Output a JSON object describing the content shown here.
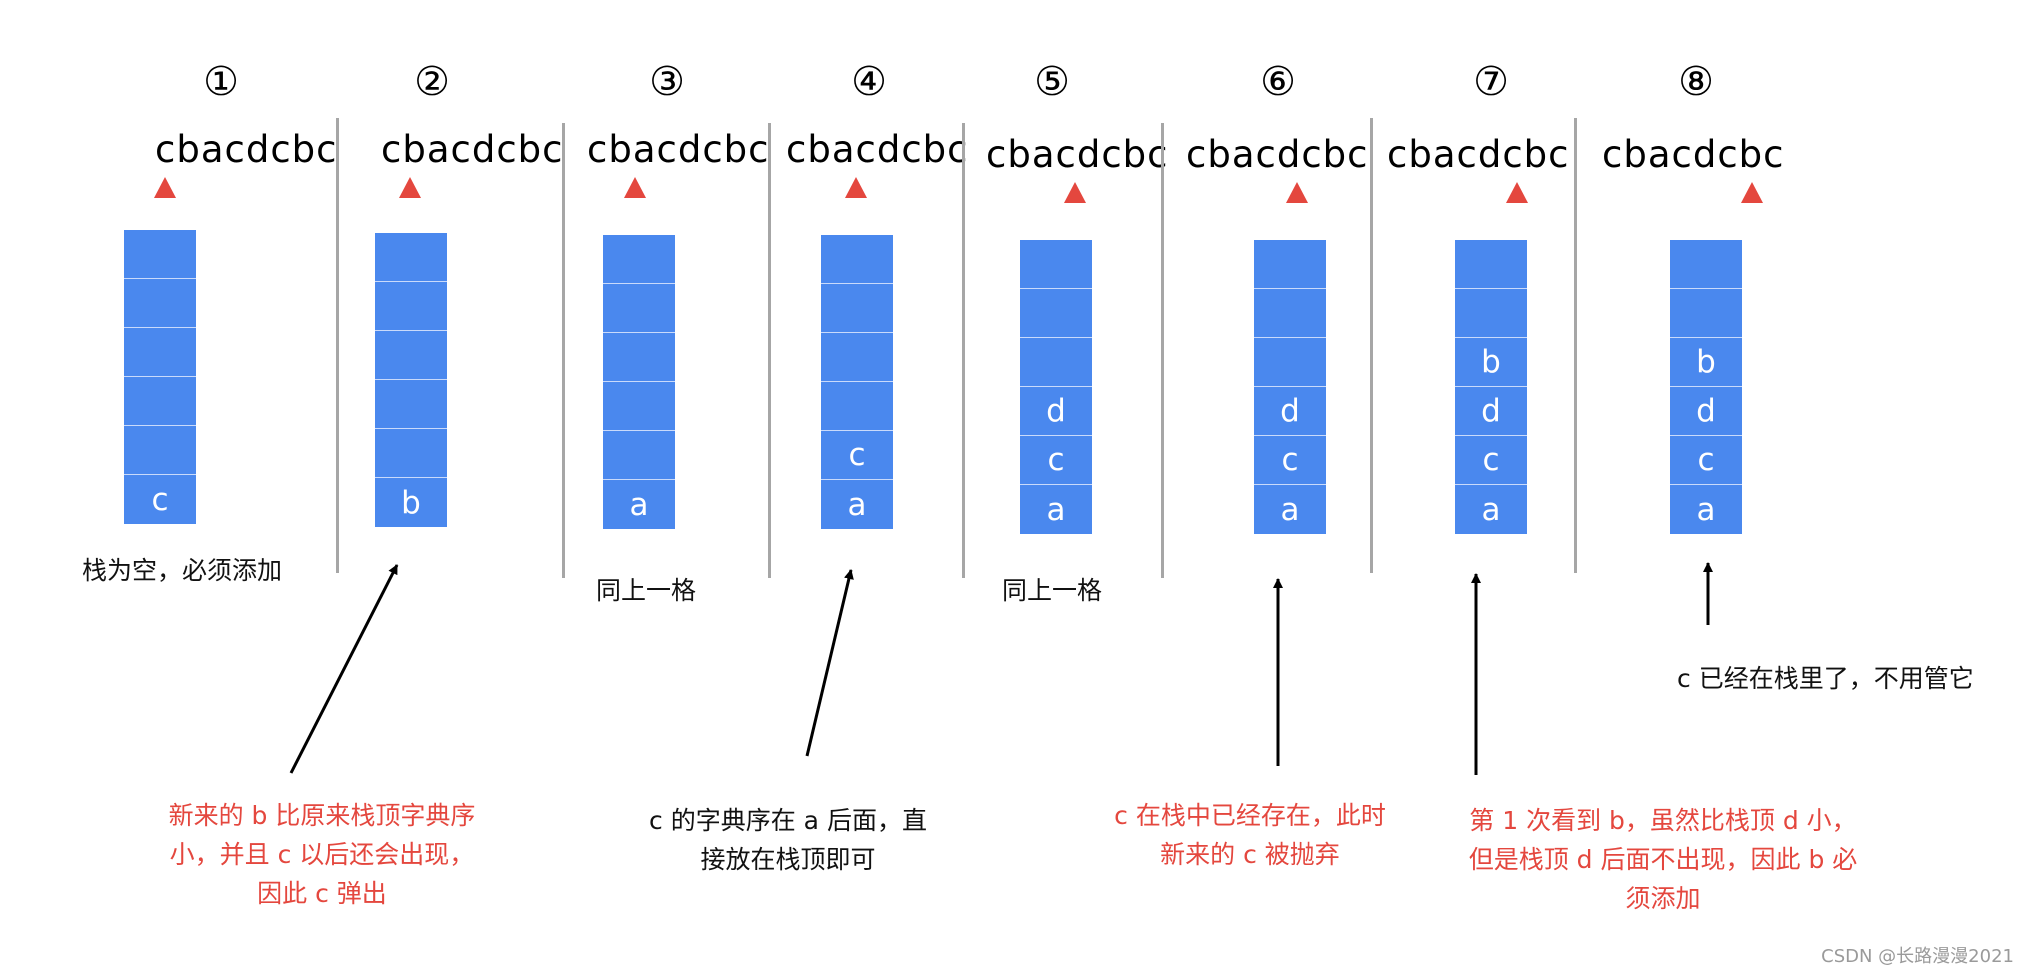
{
  "steps": [
    {
      "num": "①",
      "string": "cbacdcbc",
      "stack": [
        "",
        "",
        "",
        "",
        "",
        "c"
      ],
      "label": "栈为空，必须添加"
    },
    {
      "num": "②",
      "string": "cbacdcbc",
      "stack": [
        "",
        "",
        "",
        "",
        "",
        "b"
      ]
    },
    {
      "num": "③",
      "string": "cbacdcbc",
      "stack": [
        "",
        "",
        "",
        "",
        "",
        "a"
      ],
      "label": "同上一格"
    },
    {
      "num": "④",
      "string": "cbacdcbc",
      "stack": [
        "",
        "",
        "",
        "",
        "c",
        "a"
      ]
    },
    {
      "num": "⑤",
      "string": "cbacdcbc",
      "stack": [
        "",
        "",
        "",
        "d",
        "c",
        "a"
      ],
      "label": "同上一格"
    },
    {
      "num": "⑥",
      "string": "cbacdcbc",
      "stack": [
        "",
        "",
        "",
        "d",
        "c",
        "a"
      ]
    },
    {
      "num": "⑦",
      "string": "cbacdcbc",
      "stack": [
        "",
        "",
        "b",
        "d",
        "c",
        "a"
      ]
    },
    {
      "num": "⑧",
      "string": "cbacdcbc",
      "stack": [
        "",
        "",
        "b",
        "d",
        "c",
        "a"
      ],
      "label": "c 已经在栈里了，不用管它"
    }
  ],
  "notes": {
    "step2": [
      "新来的 b 比原来栈顶字典序",
      "小，并且 c 以后还会出现，",
      "因此 c 弹出"
    ],
    "step4": [
      "c 的字典序在 a 后面，直",
      "接放在栈顶即可"
    ],
    "step6": [
      "c 在栈中已经存在，此时",
      "新来的 c 被抛弃"
    ],
    "step7": [
      "第 1 次看到 b，虽然比栈顶 d 小，",
      "但是栈顶 d 后面不出现，因此 b 必",
      "须添加"
    ]
  },
  "watermark": "CSDN @长路漫漫2021",
  "colors": {
    "stack": "#4a88ee",
    "pointer": "#e4473e",
    "note_red": "#e4473e",
    "divider": "#a6a6a6"
  }
}
